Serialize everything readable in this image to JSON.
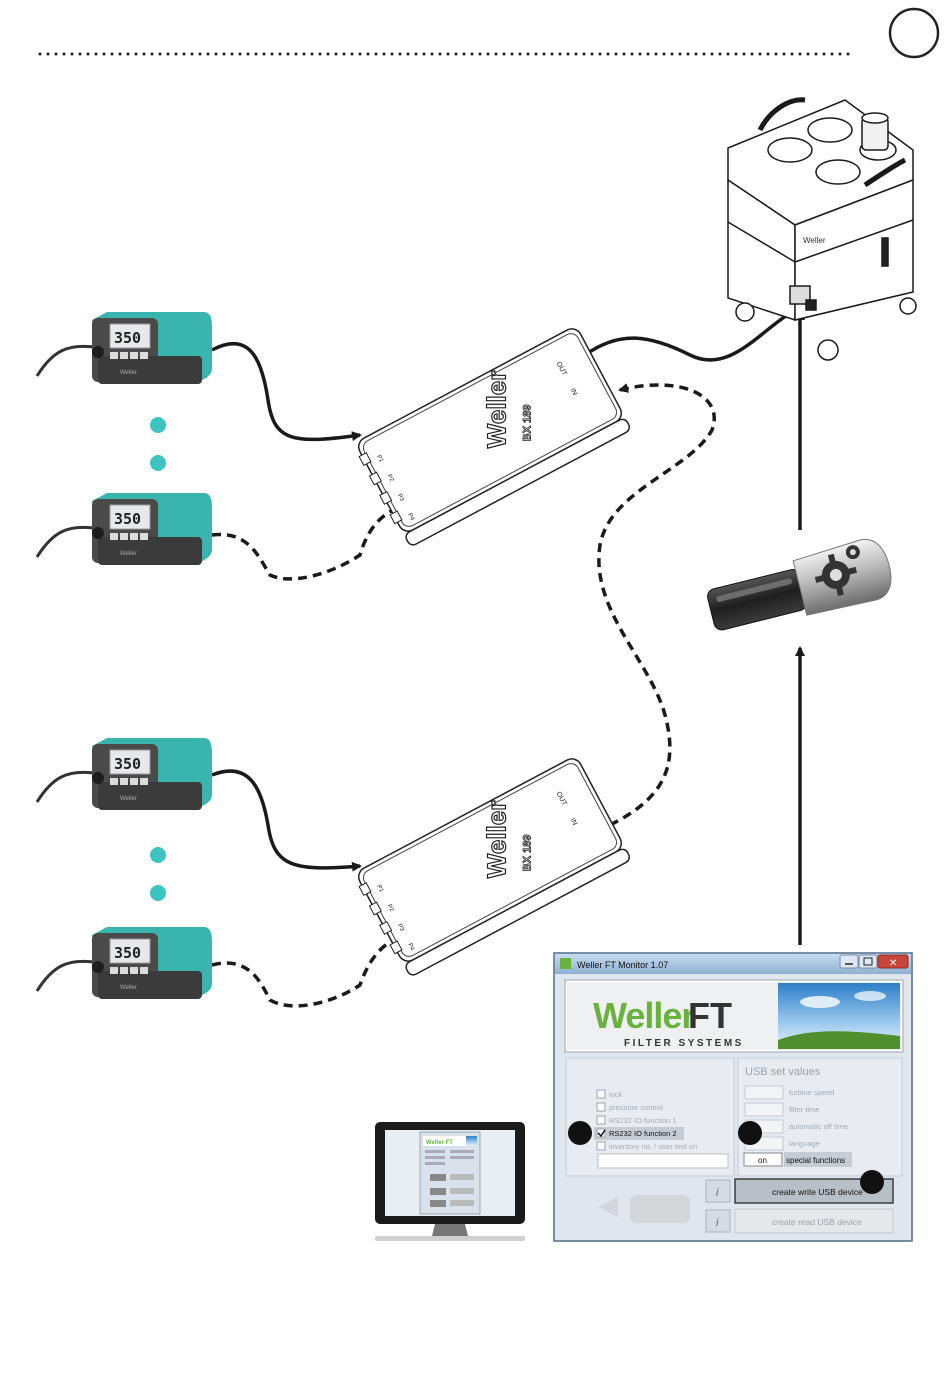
{
  "colors": {
    "accent": "#3dc4c0",
    "station_body": "#4a4a4a",
    "station_head": "#39b5ad",
    "line": "#1a1a1a",
    "ui_frame": "#6f8fb0",
    "brand_green": "#6ab23e"
  },
  "stations": [
    {
      "display": "350"
    },
    {
      "display": "350"
    },
    {
      "display": "350"
    },
    {
      "display": "350"
    }
  ],
  "station_brand": "Weller",
  "hubs": [
    {
      "brand": "Weller",
      "model": "BX 189",
      "port_out": "OUT",
      "port_in": "IN",
      "ports": [
        "P1",
        "P2",
        "P3",
        "P4"
      ]
    },
    {
      "brand": "Weller",
      "model": "BX 189",
      "port_out": "OUT",
      "port_in": "IN",
      "ports": [
        "P1",
        "P2",
        "P3",
        "P4"
      ]
    }
  ],
  "extractor": {
    "brand": "Weller"
  },
  "software": {
    "window_title": "Weller FT Monitor 1.07",
    "logo_main": "Weller",
    "logo_ft": "FT",
    "logo_sub": "FILTER SYSTEMS",
    "usb_title": "USB set values",
    "checkboxes": [
      {
        "label": "lock",
        "checked": false,
        "highlight": false
      },
      {
        "label": "pressure control",
        "checked": false,
        "highlight": false
      },
      {
        "label": "RS232 IO function 1",
        "checked": false,
        "highlight": false
      },
      {
        "label": "RS232 IO function 2",
        "checked": true,
        "highlight": true
      },
      {
        "label": "inventory no. / user text on",
        "checked": false,
        "highlight": false
      }
    ],
    "fields": [
      {
        "label": "turbine speed",
        "value": ""
      },
      {
        "label": "filter time",
        "value": ""
      },
      {
        "label": "automatic off time",
        "value": ""
      },
      {
        "label": "language",
        "value": ""
      }
    ],
    "special_value": "on",
    "special_label": "special functions",
    "info_icon": "i",
    "btn_write": "create write USB device",
    "btn_read": "create read USB device"
  },
  "monitor_logo": "Weller FT"
}
